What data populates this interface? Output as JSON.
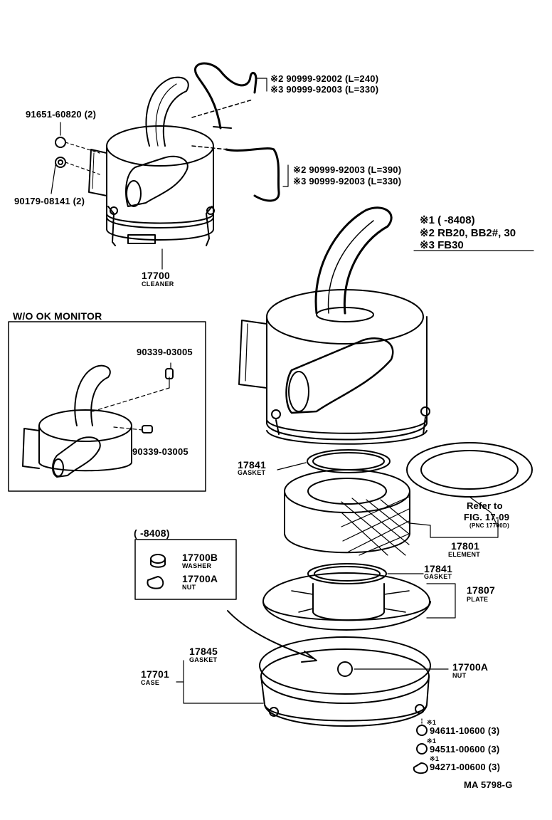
{
  "labels": {
    "hose_top_2": "※2 90999-92002 (L=240)",
    "hose_top_3": "※3 90999-92003 (L=330)",
    "clip_pn": "91651-60820 (2)",
    "nut_pn": "90179-08141 (2)",
    "hose_mid_2": "※2 90999-92003 (L=390)",
    "hose_mid_3": "※3 90999-92003 (L=330)",
    "cleaner_pn": "17700",
    "cleaner_name": "CLEANER",
    "note1": "※1  (        -8408)",
    "note2": "※2  RB20, BB2#, 30",
    "note3": "※3  FB30",
    "wo_ok": "W/O OK MONITOR",
    "plug1": "90339-03005",
    "plug2": "90339-03005",
    "gasket_top_pn": "17841",
    "gasket_top_name": "GASKET",
    "refer1": "Refer to",
    "refer2": "FIG. 17-09",
    "refer3": "(PNC 17700D)",
    "element_pn": "17801",
    "element_name": "ELEMENT",
    "inset2_title": "(        -8408)",
    "washer_pn": "17700B",
    "washer_name": "WASHER",
    "nut2_pn": "17700A",
    "nut2_name": "NUT",
    "gasket2_pn": "17841",
    "gasket2_name": "GASKET",
    "plate_pn": "17807",
    "plate_name": "PLATE",
    "gasket3_pn": "17845",
    "gasket3_name": "GASKET",
    "case_pn": "17701",
    "case_name": "CASE",
    "nut3_pn": "17700A",
    "nut3_name": "NUT",
    "w1_mark": "※1",
    "w1": "94611-10600 (3)",
    "w2_mark": "※1",
    "w2": "94511-00600 (3)",
    "w3_mark": "※1",
    "w3": "94271-00600 (3)",
    "code": "MA 5798-G"
  }
}
